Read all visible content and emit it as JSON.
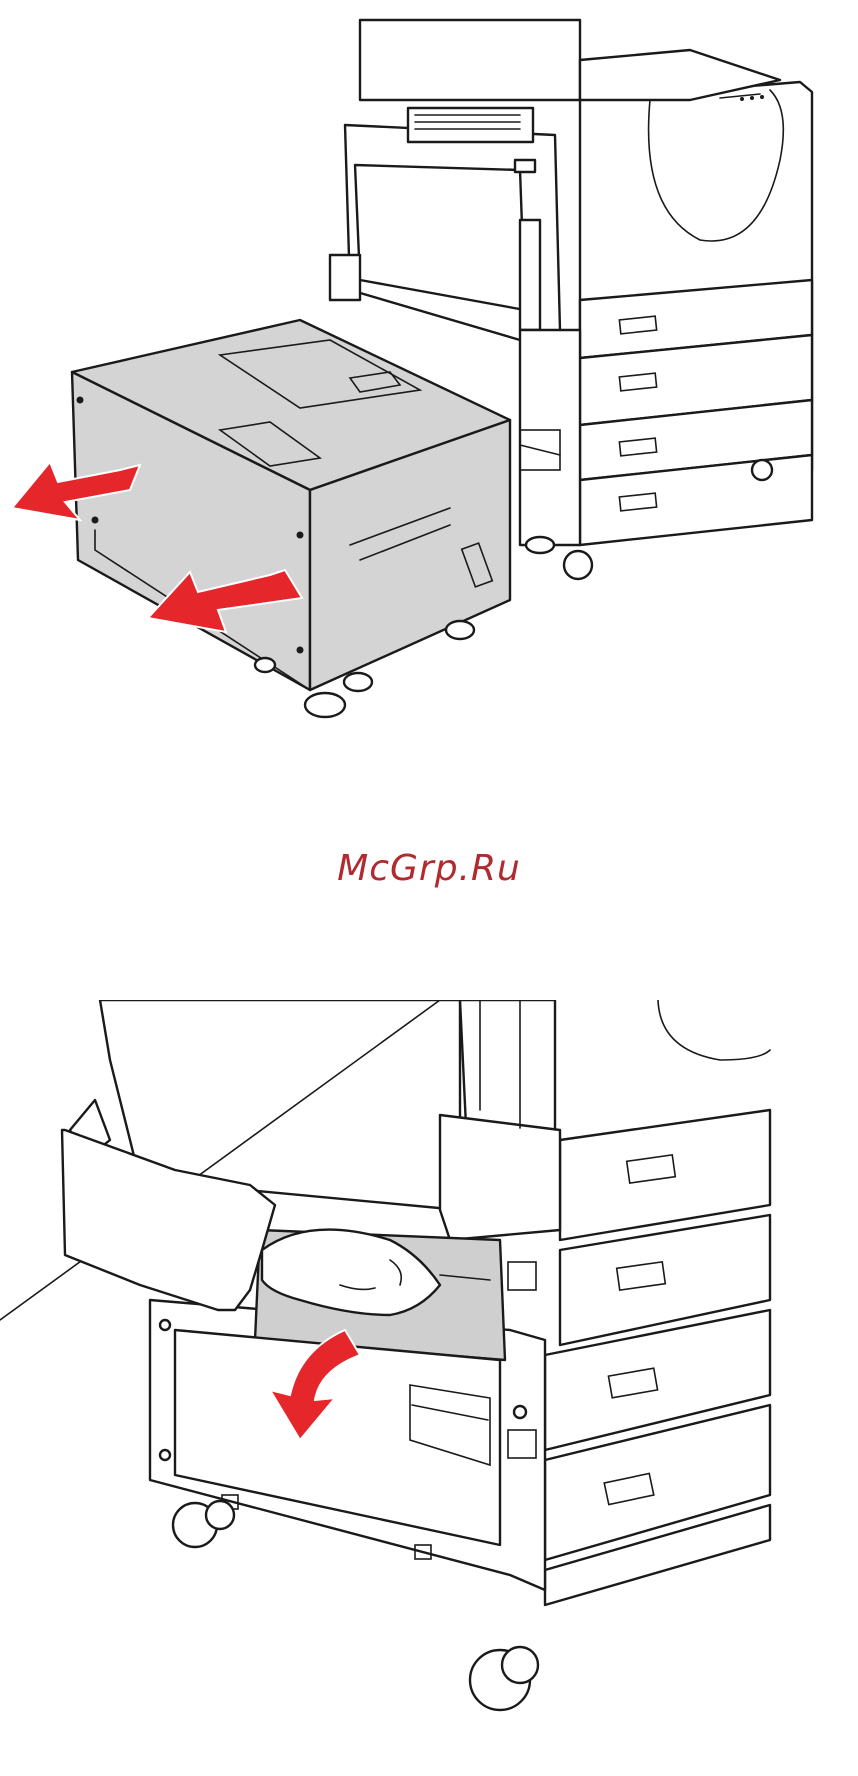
{
  "watermark": {
    "text": "McGrp.Ru"
  },
  "figures": {
    "top": {
      "icon": "printer-tray-removal-illustration",
      "arrow_color": "#e5262b",
      "cabinet_fill": "#d4d4d4"
    },
    "bottom": {
      "icon": "printer-door-open-illustration",
      "arrow_color": "#e5262b",
      "cavity_fill": "#cfcfcf"
    }
  }
}
